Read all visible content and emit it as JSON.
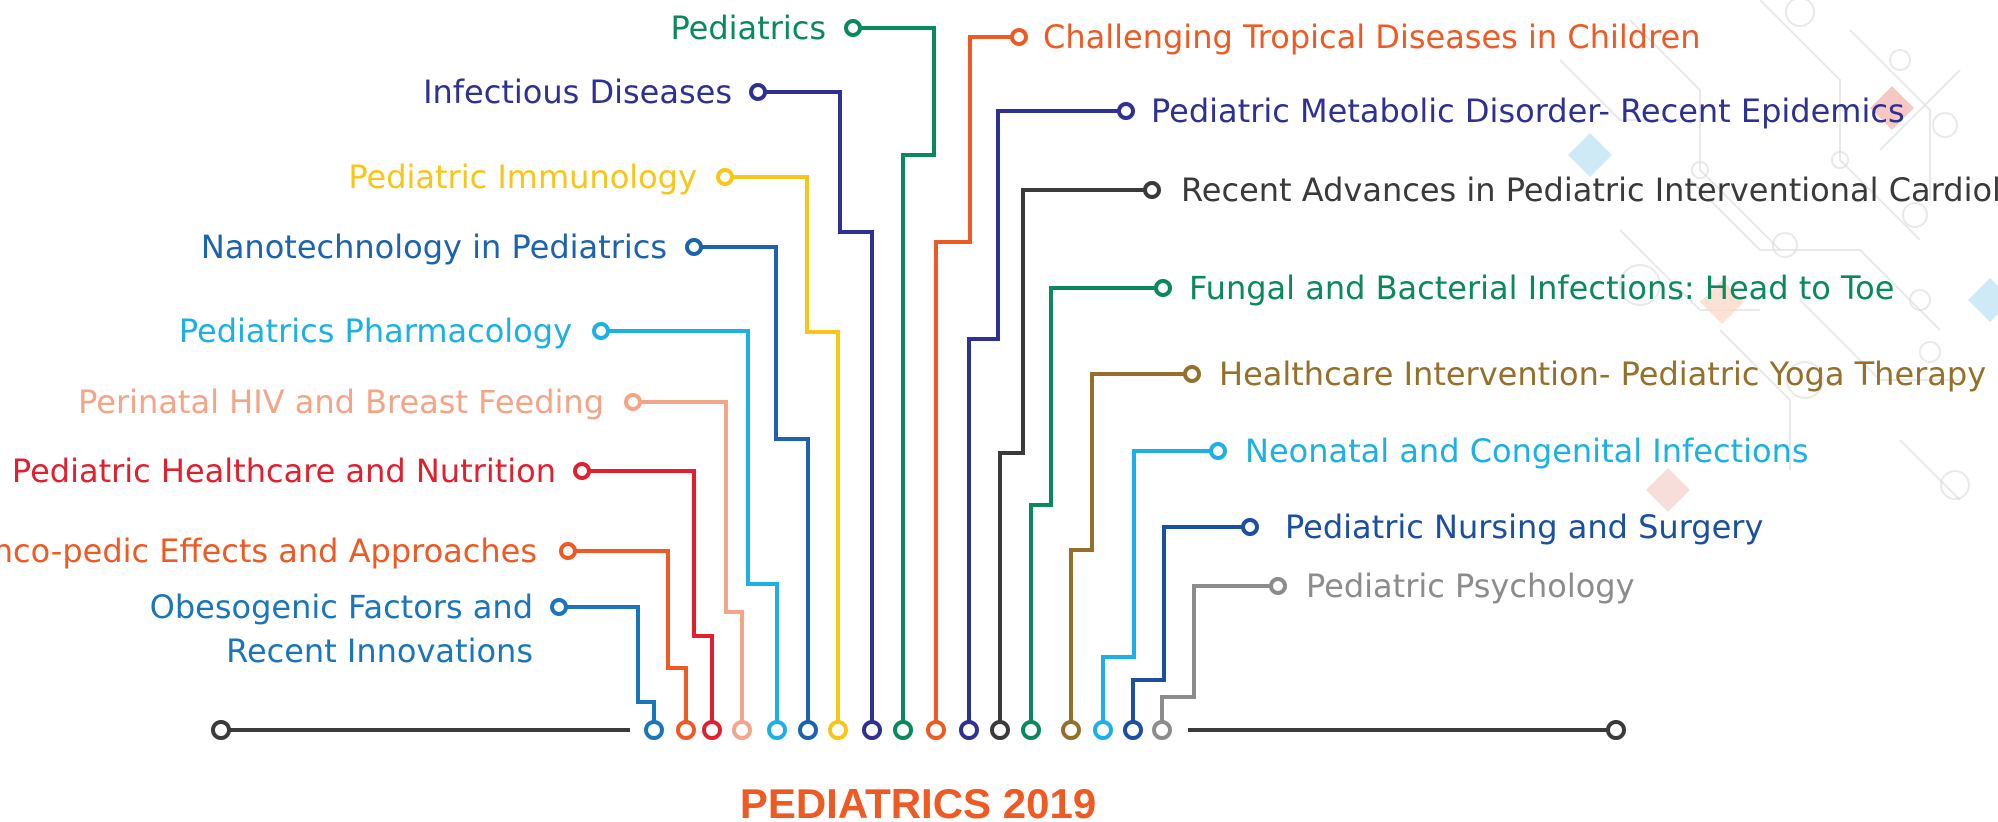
{
  "title": {
    "text": "PEDIATRICS 2019",
    "color": "#ED5A24"
  },
  "timeline": {
    "color": "#3A3A3A"
  },
  "branches": [
    {
      "id": "obesogenic",
      "lines": [
        "Obesogenic Factors and",
        "Recent Innovations"
      ],
      "color": "#1A75BB"
    },
    {
      "id": "onco",
      "lines": [
        "Onco-pedic Effects and Approaches"
      ],
      "color": "#ED5A24"
    },
    {
      "id": "nutrition",
      "lines": [
        "Pediatric Healthcare and Nutrition"
      ],
      "color": "#E0202F"
    },
    {
      "id": "hiv",
      "lines": [
        "Perinatal HIV and Breast Feeding"
      ],
      "color": "#F4A487"
    },
    {
      "id": "pharmacology",
      "lines": [
        "Pediatrics Pharmacology"
      ],
      "color": "#1CB0E6"
    },
    {
      "id": "nanotech",
      "lines": [
        "Nanotechnology in Pediatrics"
      ],
      "color": "#1B63AF"
    },
    {
      "id": "immunology",
      "lines": [
        "Pediatric Immunology"
      ],
      "color": "#F7C618"
    },
    {
      "id": "infectious",
      "lines": [
        "Infectious Diseases"
      ],
      "color": "#2E3192"
    },
    {
      "id": "pediatrics",
      "lines": [
        "Pediatrics"
      ],
      "color": "#0A8A5C"
    },
    {
      "id": "tropical",
      "lines": [
        "Challenging Tropical Diseases in Children"
      ],
      "color": "#ED5A24"
    },
    {
      "id": "metabolic",
      "lines": [
        "Pediatric Metabolic Disorder- Recent Epidemics"
      ],
      "color": "#2E3192"
    },
    {
      "id": "cardiology",
      "lines": [
        "Recent Advances in Pediatric Interventional Cardiology"
      ],
      "color": "#3A3A3A"
    },
    {
      "id": "fungal",
      "lines": [
        "Fungal and Bacterial Infections: Head to Toe"
      ],
      "color": "#0A8A5C"
    },
    {
      "id": "yoga",
      "lines": [
        "Healthcare Intervention- Pediatric Yoga Therapy"
      ],
      "color": "#95702A"
    },
    {
      "id": "neonatal",
      "lines": [
        "Neonatal and Congenital Infections"
      ],
      "color": "#1CB0E6"
    },
    {
      "id": "nursing",
      "lines": [
        "Pediatric Nursing and Surgery"
      ],
      "color": "#1B4FA0"
    },
    {
      "id": "psychology",
      "lines": [
        "Pediatric Psychology"
      ],
      "color": "#8C8C8C"
    }
  ]
}
